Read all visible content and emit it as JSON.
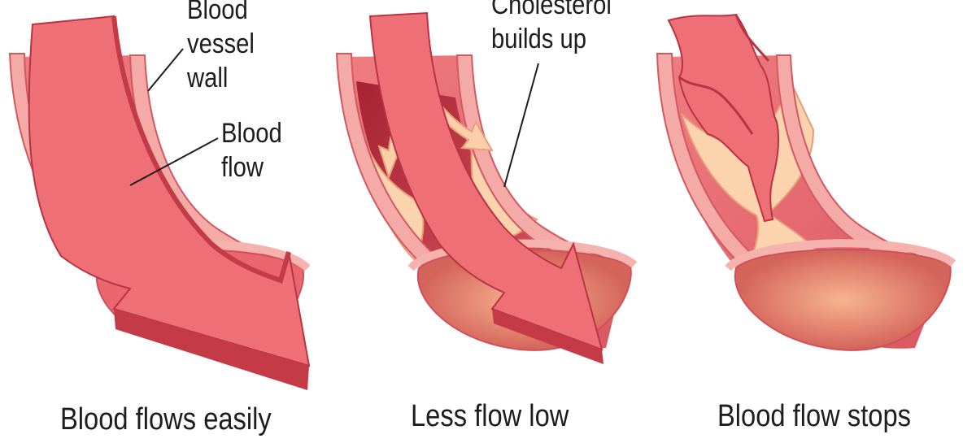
{
  "labels": {
    "vessel_wall": [
      "Blood",
      "vessel",
      "wall"
    ],
    "blood_flow": [
      "Blood",
      "flow"
    ],
    "cholesterol": [
      "Cholesterol",
      "builds up"
    ]
  },
  "captions": [
    "Blood flows easily",
    "Less flow low",
    "Blood flow stops"
  ],
  "colors": {
    "wall_outer": "#e8747a",
    "wall_inner": "#f4b3ad",
    "lumen_dark": "#b7313e",
    "lumen_mid": "#cf4b55",
    "arrow": "#ec6b72",
    "arrow_dark": "#c23b47",
    "plaque": "#fbd6b0",
    "plaque_inner": "#d9785e"
  }
}
